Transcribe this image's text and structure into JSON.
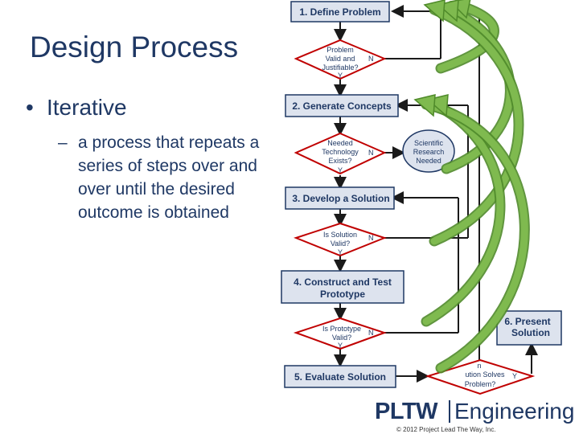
{
  "slide": {
    "title": "Design Process",
    "bullet": "Iterative",
    "bullet_symbol": "•",
    "sub_dash": "–",
    "sub_bullet": "a process that repeats a series of steps over and over until the desired outcome is obtained"
  },
  "flowchart": {
    "steps": [
      {
        "id": "s1",
        "lines": [
          "1. Define Problem"
        ]
      },
      {
        "id": "s2",
        "lines": [
          "2. Generate Concepts"
        ]
      },
      {
        "id": "s3",
        "lines": [
          "3. Develop a Solution"
        ]
      },
      {
        "id": "s4",
        "lines": [
          "4. Construct and Test",
          "Prototype"
        ]
      },
      {
        "id": "s5",
        "lines": [
          "5.  Evaluate Solution"
        ]
      },
      {
        "id": "s6",
        "lines": [
          "6.  Present",
          "Solution"
        ]
      }
    ],
    "decisions": [
      {
        "id": "d1",
        "lines": [
          "Problem",
          "Valid and",
          "Justifiable?"
        ],
        "no": "N",
        "yes": "Y"
      },
      {
        "id": "d2",
        "lines": [
          "Needed",
          "Technology",
          "Exists?"
        ],
        "no": "N",
        "yes": "Y"
      },
      {
        "id": "d3",
        "lines": [
          "Is Solution",
          "Valid?"
        ],
        "no": "N",
        "yes": "Y"
      },
      {
        "id": "d4",
        "lines": [
          "Is Prototype",
          "Valid?"
        ],
        "no": "N",
        "yes": "Y"
      },
      {
        "id": "d5",
        "lines": [
          "n",
          "ution Solves",
          "Problem?"
        ],
        "no": "",
        "yes": "Y"
      }
    ],
    "research": {
      "lines": [
        "Scientific",
        "Research",
        "Needed"
      ]
    },
    "colors": {
      "box_fill": "#dde3ee",
      "box_stroke": "#1f3864",
      "diamond_stroke": "#c00000",
      "arrow": "#1a1a1a",
      "green": "#7fba4f",
      "green_dark": "#4f8a2a"
    }
  },
  "logo": {
    "left": "PLTW",
    "right": "Engineering"
  },
  "copyright": "© 2012 Project Lead The Way, Inc."
}
